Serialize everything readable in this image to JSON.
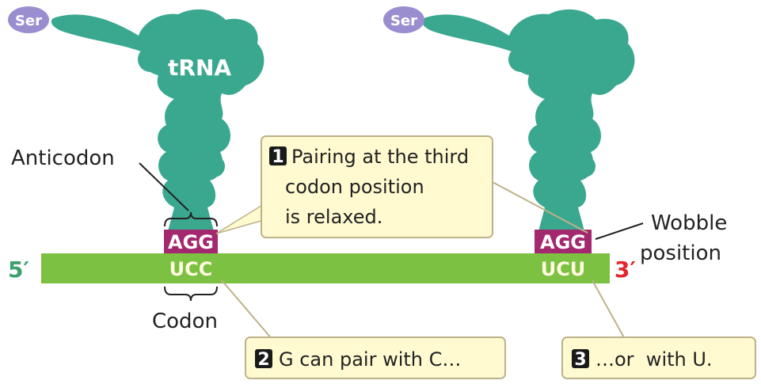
{
  "colors": {
    "trna": "#3aa88f",
    "mrna": "#7cc142",
    "anticodon_box": "#a3286e",
    "amino_acid": "#9b8ed0",
    "callout_fill": "#fffad0",
    "callout_border": "#bdb28a",
    "five_prime": "#3aa06e",
    "three_prime": "#e0262e",
    "badge": "#1a1a1a"
  },
  "left": {
    "amino_acid": "Ser",
    "trna_label": "tRNA",
    "anticodon": "AGG",
    "codon": "UCC",
    "anticodon_label": "Anticodon",
    "codon_label": "Codon"
  },
  "right": {
    "amino_acid": "Ser",
    "anticodon": "AGG",
    "codon": "UCU",
    "wobble_label_line1": "Wobble",
    "wobble_label_line2": "position"
  },
  "mrna": {
    "five_prime": "5′",
    "three_prime": "3′"
  },
  "callouts": [
    {
      "number": "1",
      "lines": [
        "Pairing at the third",
        "codon position",
        "is relaxed."
      ]
    },
    {
      "number": "2",
      "lines": [
        "G can pair with C…"
      ]
    },
    {
      "number": "3",
      "lines": [
        "…or  with U."
      ]
    }
  ]
}
